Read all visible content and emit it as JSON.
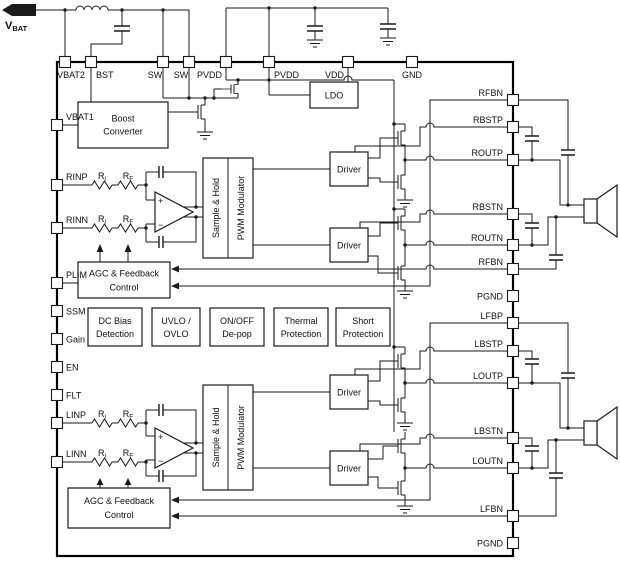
{
  "diagram": {
    "external": {
      "vbat_main": "V",
      "vbat_sub": "BAT"
    },
    "pins": {
      "top": [
        "VBAT2",
        "BST",
        "SW",
        "SW",
        "PVDD",
        "PVDD",
        "VDD",
        "GND"
      ],
      "left": [
        "VBAT1",
        "RINP",
        "RINN",
        "PLIM",
        "SSM",
        "Gain",
        "EN",
        "FLT",
        "LINP",
        "LINN"
      ],
      "right": [
        "RFBN",
        "RBSTP",
        "ROUTP",
        "RBSTN",
        "ROUTN",
        "RFBN",
        "PGND",
        "LFBP",
        "LBSTP",
        "LOUTP",
        "LBSTN",
        "LOUTN",
        "LFBN",
        "PGND"
      ]
    },
    "blocks": {
      "boost_line1": "Boost",
      "boost_line2": "Converter",
      "ldo": "LDO",
      "sample_hold": "Sample & Hold",
      "pwm_modulator": "PWM Modulator",
      "agc_line1": "AGC & Feedback",
      "agc_line2": "Control",
      "driver": "Driver",
      "dc_bias_line1": "DC Bias",
      "dc_bias_line2": "Detection",
      "uvlo_line1": "UVLO /",
      "uvlo_line2": "OVLO",
      "depop_line1": "ON/OFF",
      "depop_line2": "De-pop",
      "thermal_line1": "Thermal",
      "thermal_line2": "Protection",
      "short_line1": "Short",
      "short_line2": "Protection"
    },
    "labels": {
      "r": "R",
      "i_sub": "i",
      "f_sub": "F",
      "plus": "+",
      "minus": "−"
    },
    "colors": {
      "line": "#1a1a1a",
      "background": "#ffffff"
    }
  }
}
